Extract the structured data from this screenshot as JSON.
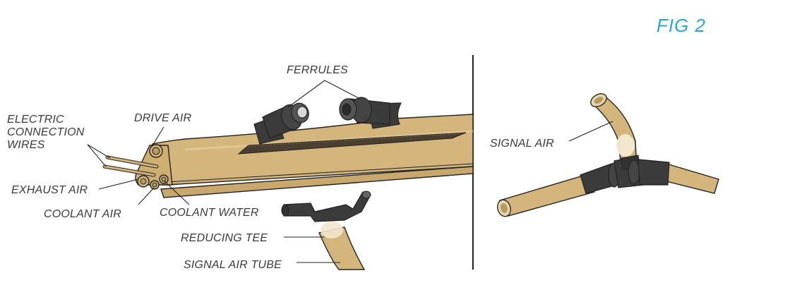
{
  "figure_label": "FIG  2",
  "labels": {
    "electric_line1": "ELECTRIC",
    "electric_line2": "CONNECTION",
    "electric_line3": "WIRES",
    "drive_air": "DRIVE AIR",
    "ferrules": "FERRULES",
    "exhaust_air": "EXHAUST AIR",
    "coolant_air": "COOLANT AIR",
    "coolant_water": "COOLANT WATER",
    "reducing_tee": "REDUCING TEE",
    "signal_air_tube": "SIGNAL AIR TUBE",
    "signal_air": "SIGNAL AIR"
  },
  "colors": {
    "tube_tan": "#d4b57c",
    "tube_tan_dark": "#b89a63",
    "ferrule_dark": "#3b3b3b",
    "outline": "#222222",
    "figure_label": "#2aa7cf"
  }
}
